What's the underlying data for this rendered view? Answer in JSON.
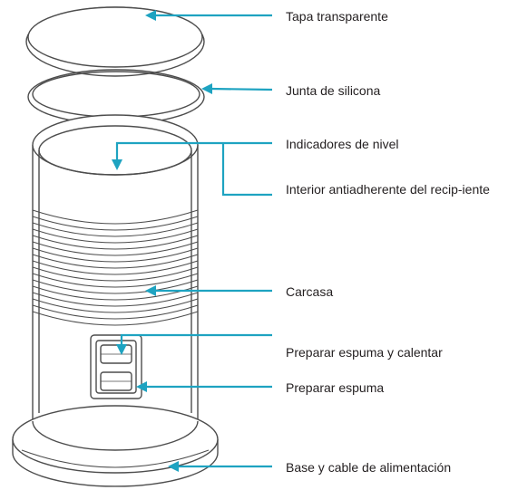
{
  "labels": {
    "tapa": "Tapa transparente",
    "junta": "Junta de silicona",
    "indicadores": "Indicadores de nivel",
    "interior": "Interior antiadherente del recip-iente",
    "carcasa": "Carcasa",
    "espuma_calentar": "Preparar espuma y calentar",
    "espuma": "Preparar espuma",
    "base": "Base y cable de alimentación"
  },
  "colors": {
    "leader": "#1ea3c1",
    "outline": "#4d4d4d",
    "text": "#231f20"
  }
}
